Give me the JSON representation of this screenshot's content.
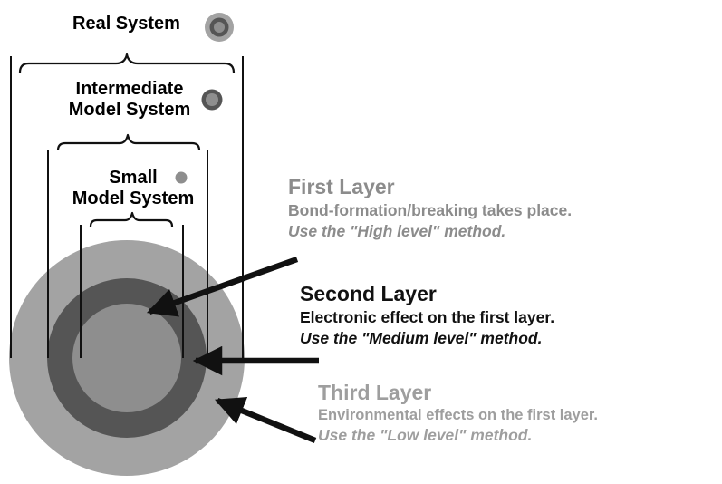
{
  "systems": {
    "real": {
      "label": "Real System"
    },
    "intermediate": {
      "line1": "Intermediate",
      "line2": "Model System"
    },
    "small": {
      "line1": "Small",
      "line2": "Model System"
    }
  },
  "layers": [
    {
      "title": "First Layer",
      "description": "Bond-formation/breaking takes place.",
      "method": "Use the \"High level\" method.",
      "color": "#8c8c8c"
    },
    {
      "title": "Second Layer",
      "description": "Electronic effect on the first layer.",
      "method": "Use the \"Medium level\" method.",
      "color": "#111111"
    },
    {
      "title": "Third Layer",
      "description": "Environmental effects on the first layer.",
      "method": "Use the \"Low level\" method.",
      "color": "#9e9e9e"
    }
  ],
  "colors": {
    "outer_ring": "#a3a3a3",
    "middle_ring": "#555555",
    "inner_core": "#8e8e8e",
    "lines": "#111111"
  }
}
